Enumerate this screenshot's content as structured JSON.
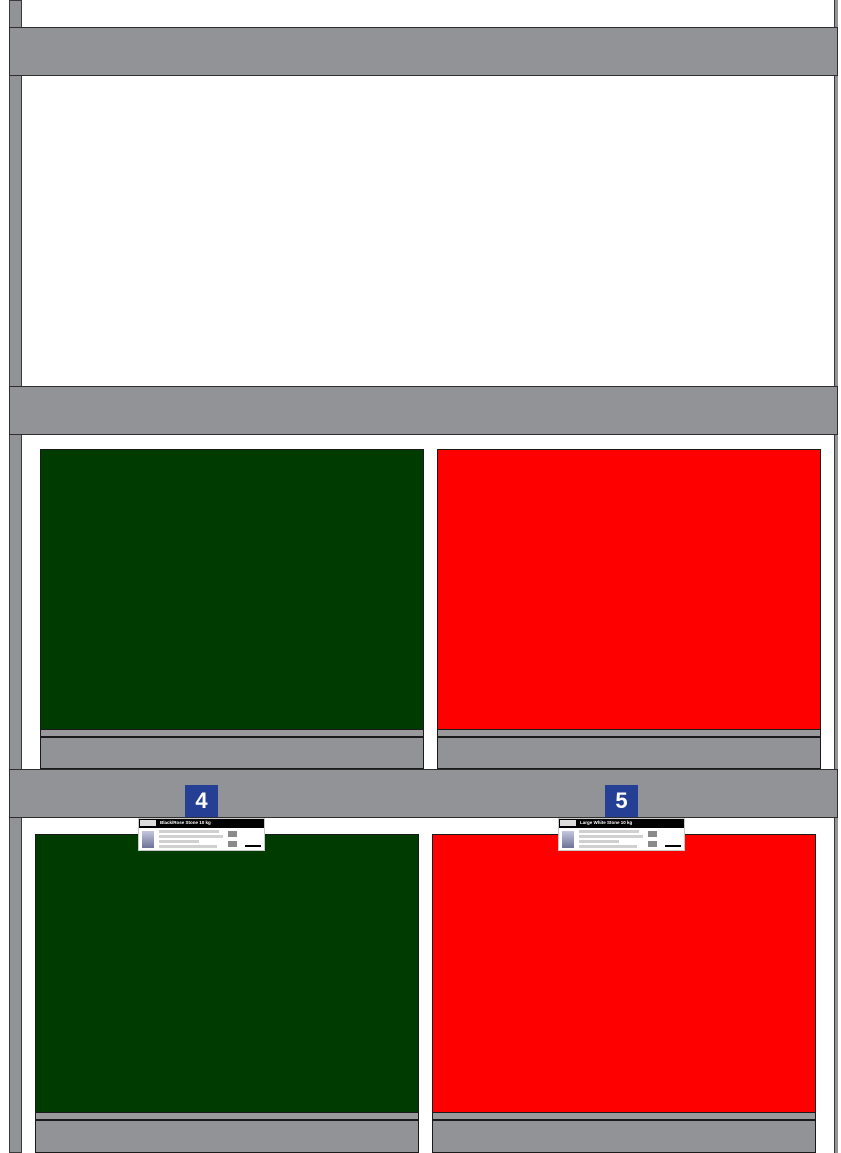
{
  "colors": {
    "frame": "#929396",
    "green_product": "#003c01",
    "red_product": "#fe0000",
    "badge": "#243f93",
    "label_header": "#000000"
  },
  "positions": [
    {
      "number": "4",
      "label_title": "Black/Rose Stone 10 kg",
      "face_color": "green"
    },
    {
      "number": "5",
      "label_title": "Large White Stone 10 kg",
      "face_color": "red"
    }
  ]
}
